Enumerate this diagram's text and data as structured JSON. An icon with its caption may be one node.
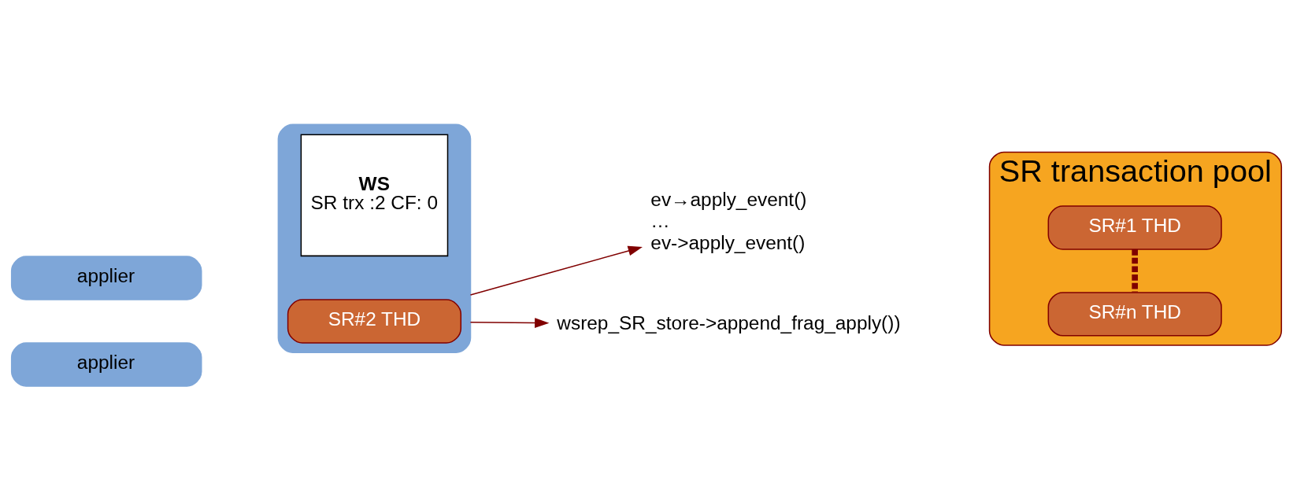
{
  "diagram": {
    "nodes": [
      {
        "text": [
          "applier"
        ]
      },
      {
        "text": [
          "applier"
        ]
      },
      {
        "text": [],
        "shape": "box"
      },
      {
        "text": [
          "WS",
          "SR trx :2 CF: 0"
        ],
        "in": 2
      },
      {
        "text": [
          "SR#2 THD"
        ],
        "in": 2
      },
      {
        "text": [
          "ev→apply_event()",
          "…",
          "ev->apply_event()"
        ]
      },
      {
        "text": [
          "wsrep_SR_store->append_frag_apply())"
        ]
      },
      {
        "text": [
          "SR transaction pool"
        ]
      },
      {
        "text": [
          "SR#1 THD"
        ],
        "in": 7
      },
      {
        "text": [
          "SR#n THD"
        ],
        "in": 7
      }
    ],
    "edges": [
      {
        "from": 2,
        "to": 5,
        "arrow": "to"
      },
      {
        "from": 2,
        "to": 6,
        "arrow": "to"
      },
      {
        "from": 8,
        "to": 9,
        "arrow": "none",
        "style": "dashed"
      }
    ]
  }
}
